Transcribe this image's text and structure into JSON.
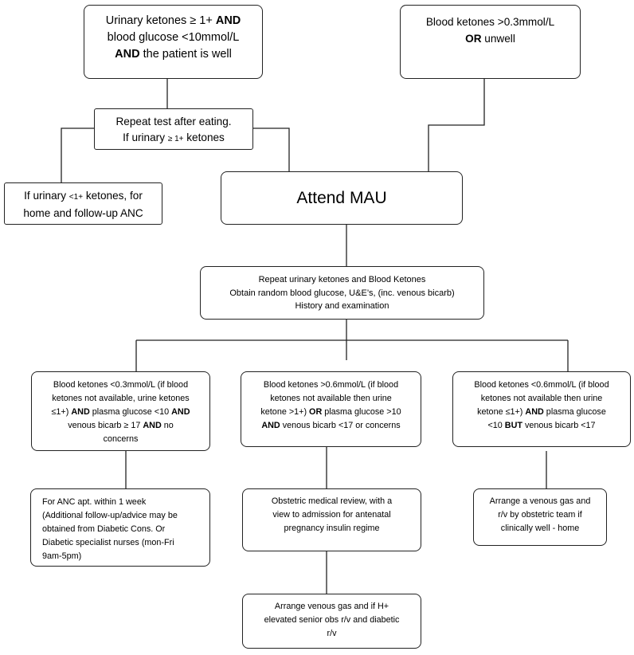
{
  "nodes": {
    "top_left": {
      "l1a": "Urinary ketones ≥ 1+ ",
      "l1b": "AND",
      "l2": "blood glucose <10mmol/L",
      "l3a": "AND",
      "l3b": " the patient is well"
    },
    "top_right": {
      "l1": "Blood ketones >0.3mmol/L",
      "l2a": "OR",
      "l2b": " unwell"
    },
    "repeat_test": {
      "l1": "Repeat test after eating.",
      "l2a": "If urinary ",
      "l2b": "≥ 1+",
      "l2c": " ketones"
    },
    "home": {
      "l1a": "If urinary ",
      "l1b": "<1+",
      "l1c": " ketones, for",
      "l2": "home and follow-up ANC"
    },
    "mau": {
      "label": "Attend MAU"
    },
    "assessment": {
      "l1": "Repeat urinary ketones and Blood Ketones",
      "l2": "Obtain random blood glucose, U&E’s, (inc. venous bicarb)",
      "l3": "History and examination"
    },
    "branch_left": {
      "l1": "Blood ketones <0.3mmol/L (if blood",
      "l2": "ketones not available, urine ketones",
      "l3a": "≤1+) ",
      "l3b": "AND",
      "l3c": " plasma glucose <10 ",
      "l3d": "AND",
      "l4a": "venous bicarb ≥ 17 ",
      "l4b": "AND",
      "l4c": " no",
      "l5": "concerns"
    },
    "branch_mid": {
      "l1": "Blood ketones >0.6mmol/L (if blood",
      "l2": "ketones not available then urine",
      "l3a": "ketone >1+) ",
      "l3b": "OR",
      "l3c": " plasma glucose >10",
      "l4a": "AND",
      "l4b": " venous bicarb <17 or concerns"
    },
    "branch_right": {
      "l1": "Blood ketones <0.6mmol/L (if blood",
      "l2": "ketones not available then urine",
      "l3a": "ketone ≤1+) ",
      "l3b": "AND",
      "l3c": " plasma glucose",
      "l4a": "<10 ",
      "l4b": "BUT",
      "l4c": " venous bicarb <17"
    },
    "anc_week": {
      "l1": "For ANC apt. within 1 week",
      "l2": "(Additional follow-up/advice may be",
      "l3": "obtained from Diabetic Cons. Or",
      "l4": "Diabetic specialist nurses (mon-Fri",
      "l5": "9am-5pm)"
    },
    "obstetric_review": {
      "l1": "Obstetric medical review, with a",
      "l2": "view to admission for antenatal",
      "l3": "pregnancy insulin regime"
    },
    "venous_gas_right": {
      "l1": "Arrange a venous gas and",
      "l2": "r/v by obstetric team if",
      "l3": "clinically well - home"
    },
    "venous_gas_bottom": {
      "l1": "Arrange venous gas and if H+",
      "l2": "elevated senior obs r/v and diabetic",
      "l3": "r/v"
    }
  },
  "colors": {
    "line": "#222222",
    "background": "#ffffff"
  }
}
